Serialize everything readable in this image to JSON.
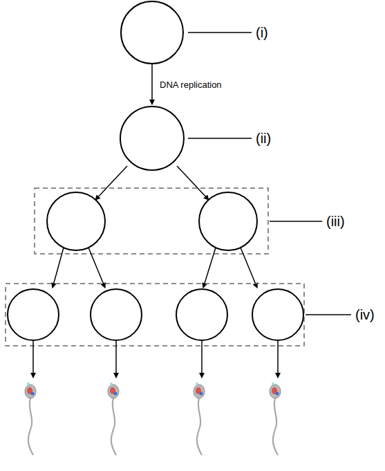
{
  "diagram": {
    "labels": [
      "(i)",
      "DNA replication",
      "(ii)",
      "(iii)",
      "(iv)"
    ]
  }
}
